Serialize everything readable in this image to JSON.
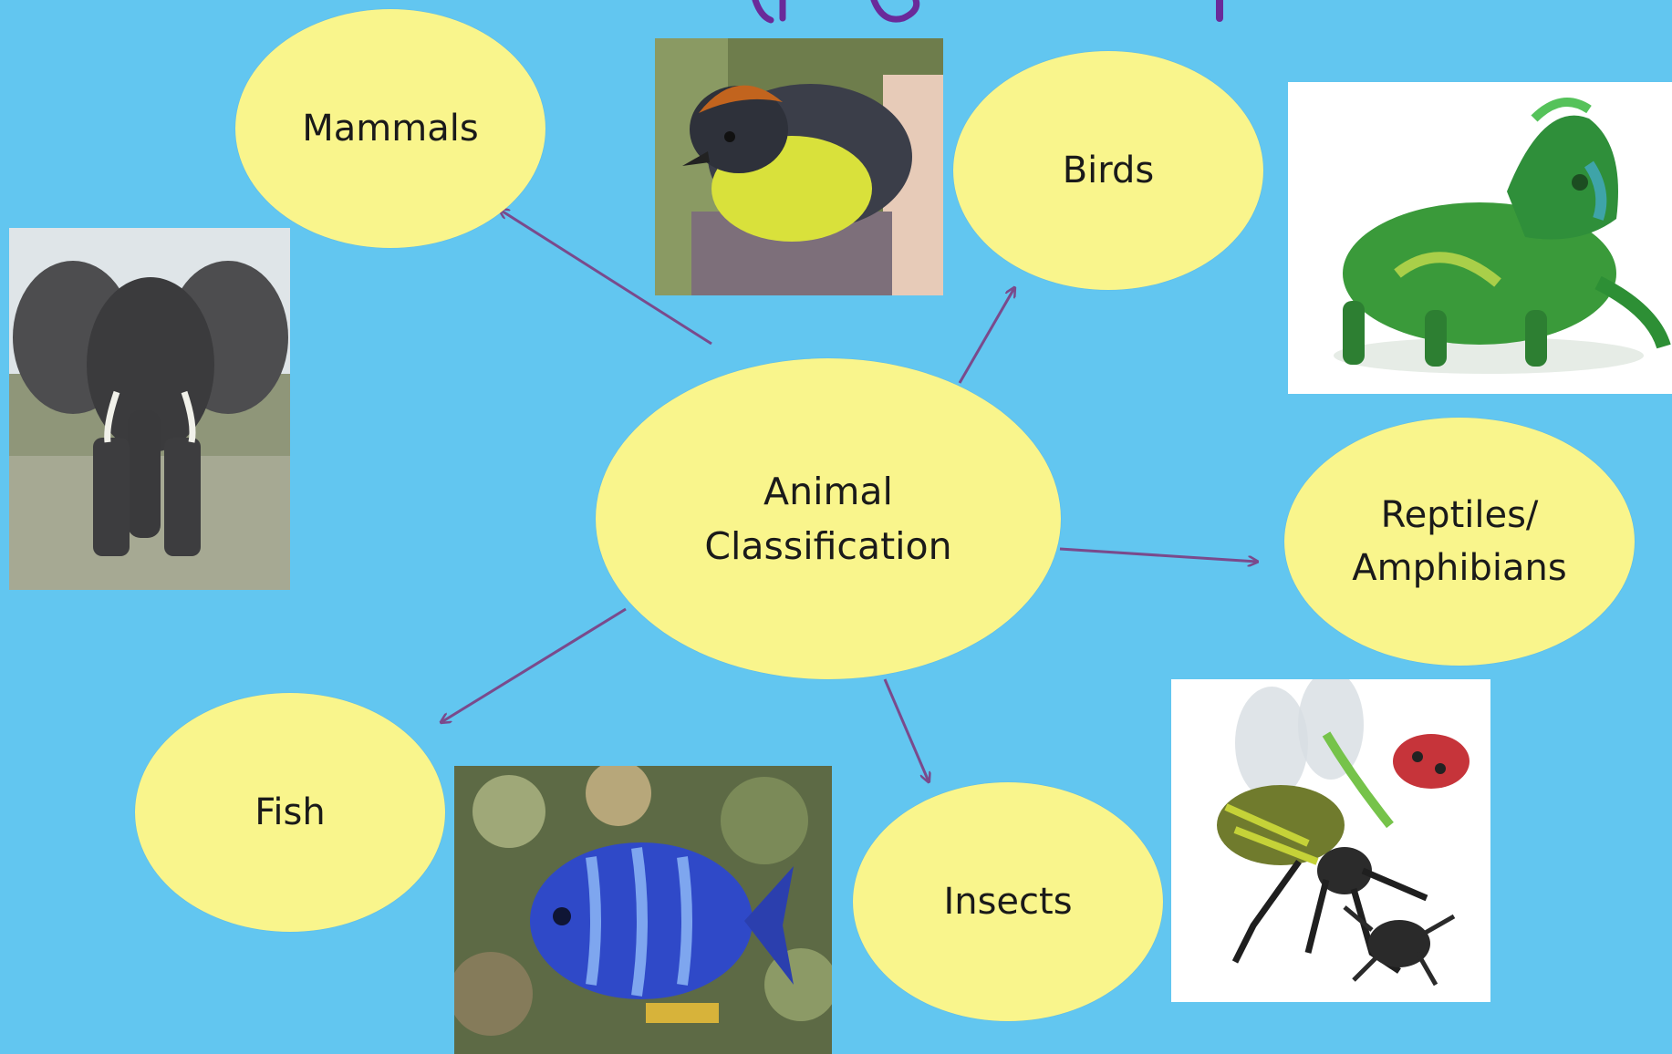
{
  "colors": {
    "background": "#62c6f0",
    "node_fill": "#f9f58c",
    "arrow": "#7a4a8c",
    "title_fragment": "#6a2a9a"
  },
  "diagram": {
    "center": {
      "line1": "Animal",
      "line2": "Classification"
    },
    "nodes": {
      "mammals": "Mammals",
      "birds": "Birds",
      "reptiles": {
        "line1": "Reptiles/",
        "line2": "Amphibians"
      },
      "fish": "Fish",
      "insects": "Insects"
    }
  },
  "images": [
    "elephant-photo",
    "bird-photo",
    "chameleon-photo",
    "insects-photo",
    "fish-photo"
  ]
}
